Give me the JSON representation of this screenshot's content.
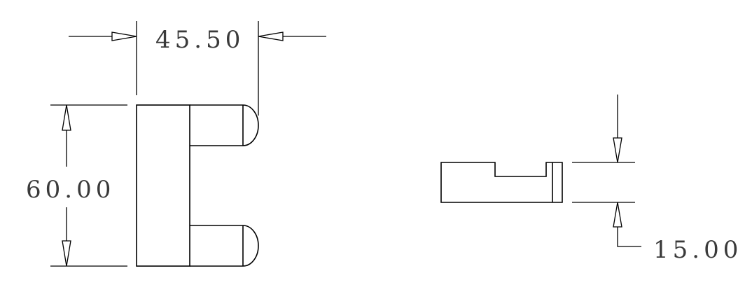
{
  "dimensions": {
    "width_label": "45.50",
    "height_label": "60.00",
    "thickness_label": "15.00"
  },
  "colors": {
    "line": "#000000",
    "text": "#3a3a3a",
    "background": "#ffffff"
  }
}
